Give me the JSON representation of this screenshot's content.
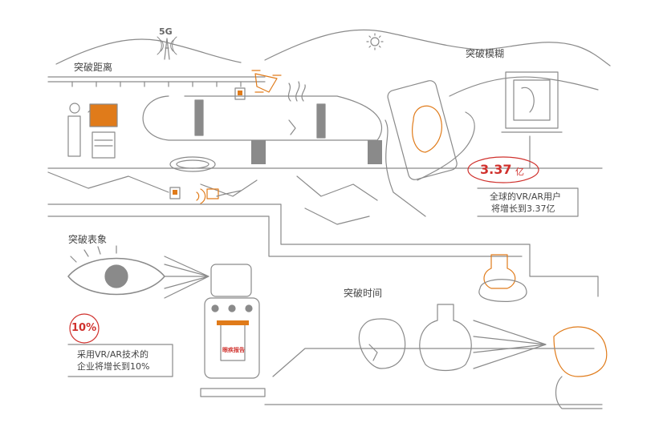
{
  "labels": {
    "distance": "突破距离",
    "blur": "突破模糊",
    "surface": "突破表象",
    "time": "突破时间",
    "five_g": "5G"
  },
  "stats": {
    "users": {
      "value": "3.37",
      "unit": "亿",
      "line1": "全球的VR/AR用户",
      "line2": "将增长到3.37亿"
    },
    "enterprise": {
      "value": "10%",
      "line1": "采用VR/AR技术的",
      "line2": "企业将增长到10%"
    }
  },
  "robot_doc": "眼疾报告",
  "colors": {
    "accent": "#e07b1a",
    "line": "#8a8a8a",
    "highlight": "#d0312d"
  }
}
